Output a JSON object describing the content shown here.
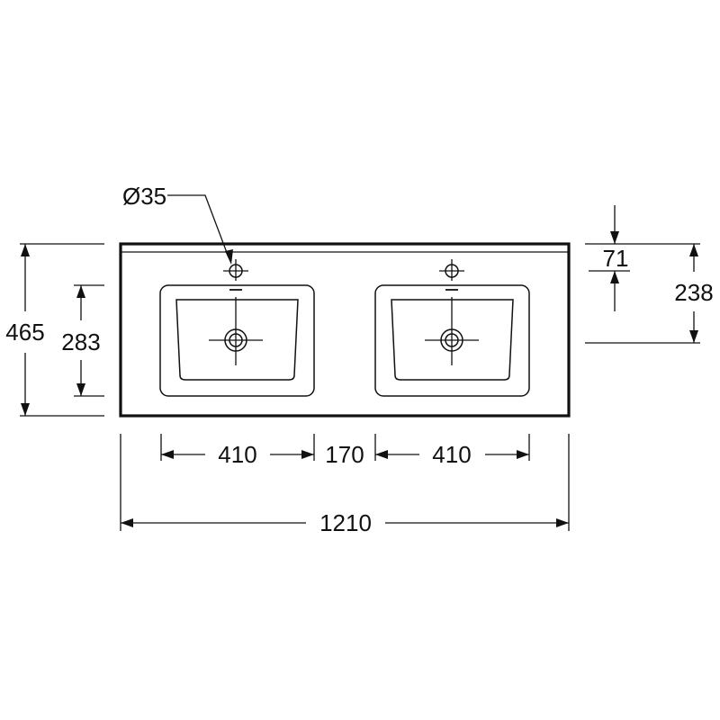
{
  "drawing": {
    "stroke_color": "#111111",
    "background": "#ffffff"
  },
  "dimensions": {
    "overall_width": "1210",
    "basin_width_left": "410",
    "basin_spacing": "170",
    "basin_width_right": "410",
    "overall_depth": "465",
    "basin_depth": "283",
    "edge_to_tap": "71",
    "edge_to_drain": "238",
    "tap_hole_diameter": "Ø35"
  }
}
